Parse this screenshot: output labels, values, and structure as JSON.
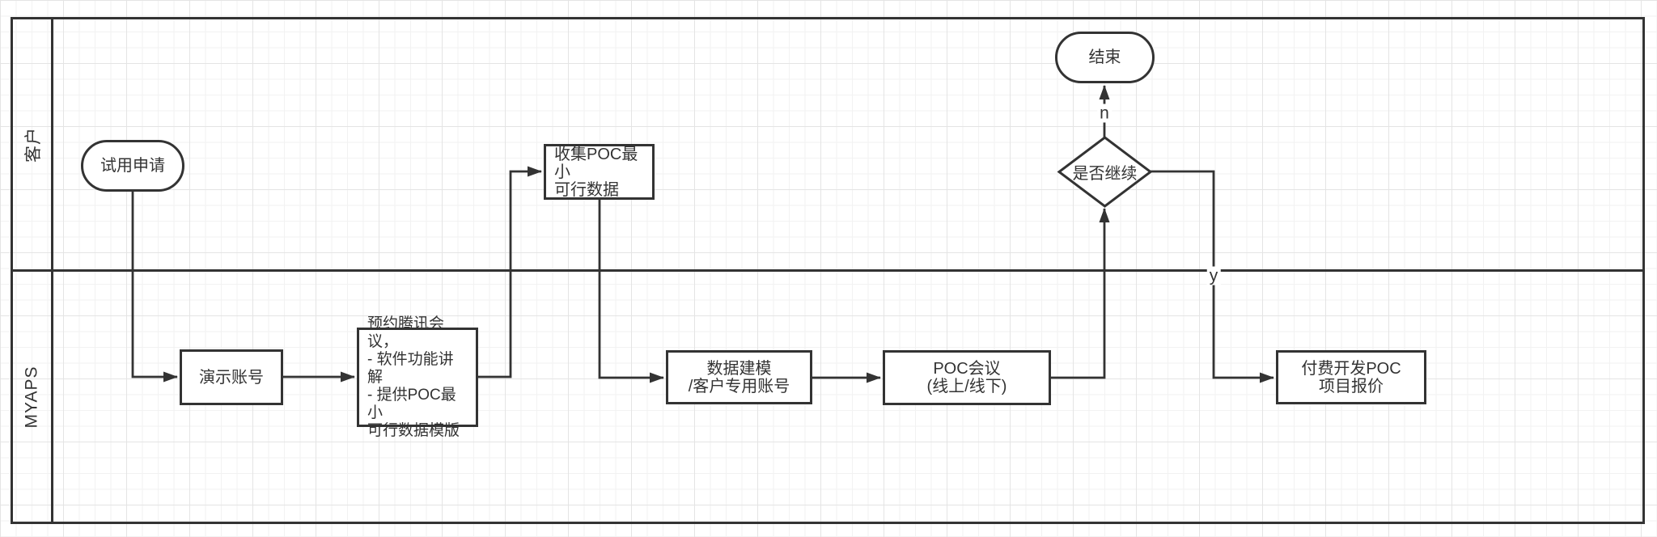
{
  "lanes": [
    {
      "label": "客户"
    },
    {
      "label": "MYAPS"
    }
  ],
  "nodes": {
    "start": {
      "label": "试用申请"
    },
    "demo_account": {
      "label": "演示账号"
    },
    "schedule_meeting": {
      "label": "预约腾讯会议，\n- 软件功能讲解\n- 提供POC最小\n可行数据模版"
    },
    "collect_data": {
      "label": "收集POC最小\n可行数据"
    },
    "data_modeling": {
      "label": "数据建模\n/客户专用账号"
    },
    "poc_meeting": {
      "label": "POC会议\n(线上/线下)"
    },
    "decision": {
      "label": "是否继续"
    },
    "end": {
      "label": "结束"
    },
    "paid_quote": {
      "label": "付费开发POC\n项目报价"
    }
  },
  "edge_labels": {
    "no": "n",
    "yes": "y"
  },
  "colors": {
    "stroke": "#333333",
    "text": "#333333",
    "node_fill": "#ffffff",
    "grid_minor": "#f2f2f2",
    "grid_major": "#e4e4e4"
  }
}
